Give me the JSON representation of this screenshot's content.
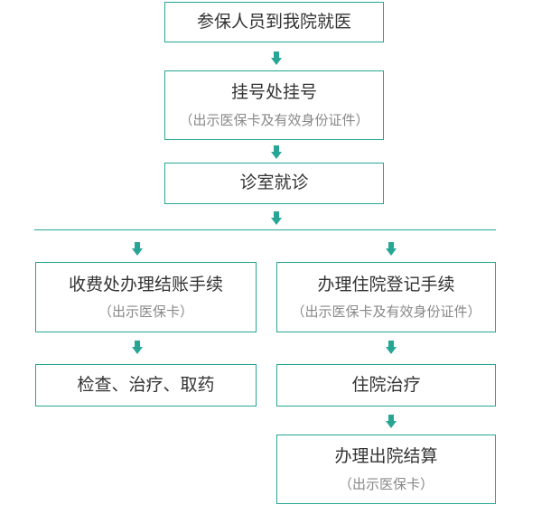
{
  "colors": {
    "accent": "#27a595",
    "text": "#333333",
    "subtext": "#888888"
  },
  "steps": {
    "s1": {
      "title": "参保人员到我院就医"
    },
    "s2": {
      "title": "挂号处挂号",
      "note": "（出示医保卡及有效身份证件）"
    },
    "s3": {
      "title": "诊室就诊"
    },
    "left1": {
      "title": "收费处办理结账手续",
      "note": "（出示医保卡）"
    },
    "left2": {
      "title": "检查、治疗、取药"
    },
    "right1": {
      "title": "办理住院登记手续",
      "note": "（出示医保卡及有效身份证件）"
    },
    "right2": {
      "title": "住院治疗"
    },
    "right3": {
      "title": "办理出院结算",
      "note": "（出示医保卡）"
    }
  }
}
